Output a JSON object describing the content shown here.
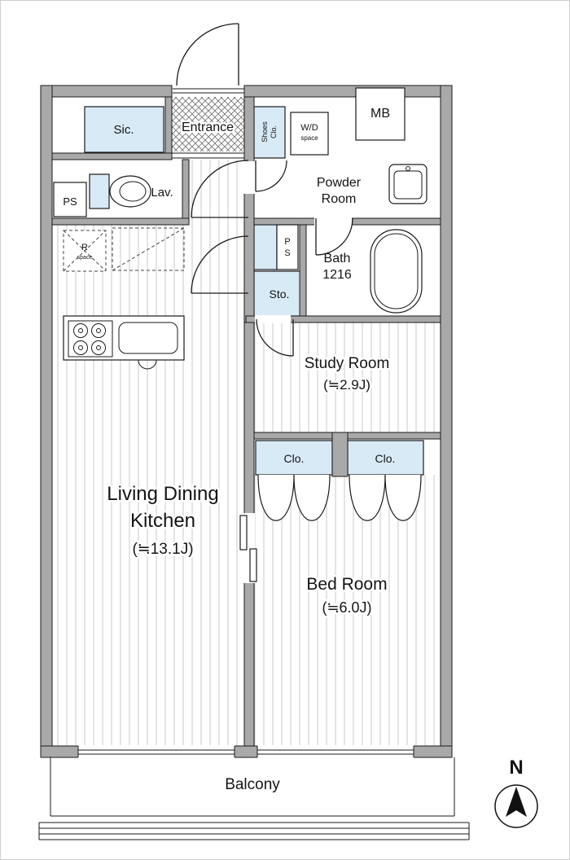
{
  "colors": {
    "wall": "#a9a9a9",
    "blue": "#d8eaf6",
    "hatch": "#c9c9c9",
    "entrance_hatch": "#6e6e6e"
  },
  "labels": {
    "sic": "Sic.",
    "entrance": "Entrance",
    "shoes_1": "Shoes",
    "shoes_2": "Clo.",
    "wd_1": "W/D",
    "wd_2": "space",
    "mb": "MB",
    "powder_1": "Powder",
    "powder_2": "Room",
    "lav": "Lav.",
    "ps": "PS",
    "ps_mid_1": "P",
    "ps_mid_2": "S",
    "r_1": "R",
    "r_2": "space",
    "bath_1": "Bath",
    "bath_2": "1216",
    "sto": "Sto.",
    "study_1": "Study Room",
    "study_2": "(≒2.9J)",
    "clo_left": "Clo.",
    "clo_right": "Clo.",
    "ldk_1": "Living Dining",
    "ldk_2": "Kitchen",
    "ldk_3": "(≒13.1J)",
    "bed_1": "Bed Room",
    "bed_2": "(≒6.0J)",
    "balcony": "Balcony",
    "compass_n": "N"
  }
}
